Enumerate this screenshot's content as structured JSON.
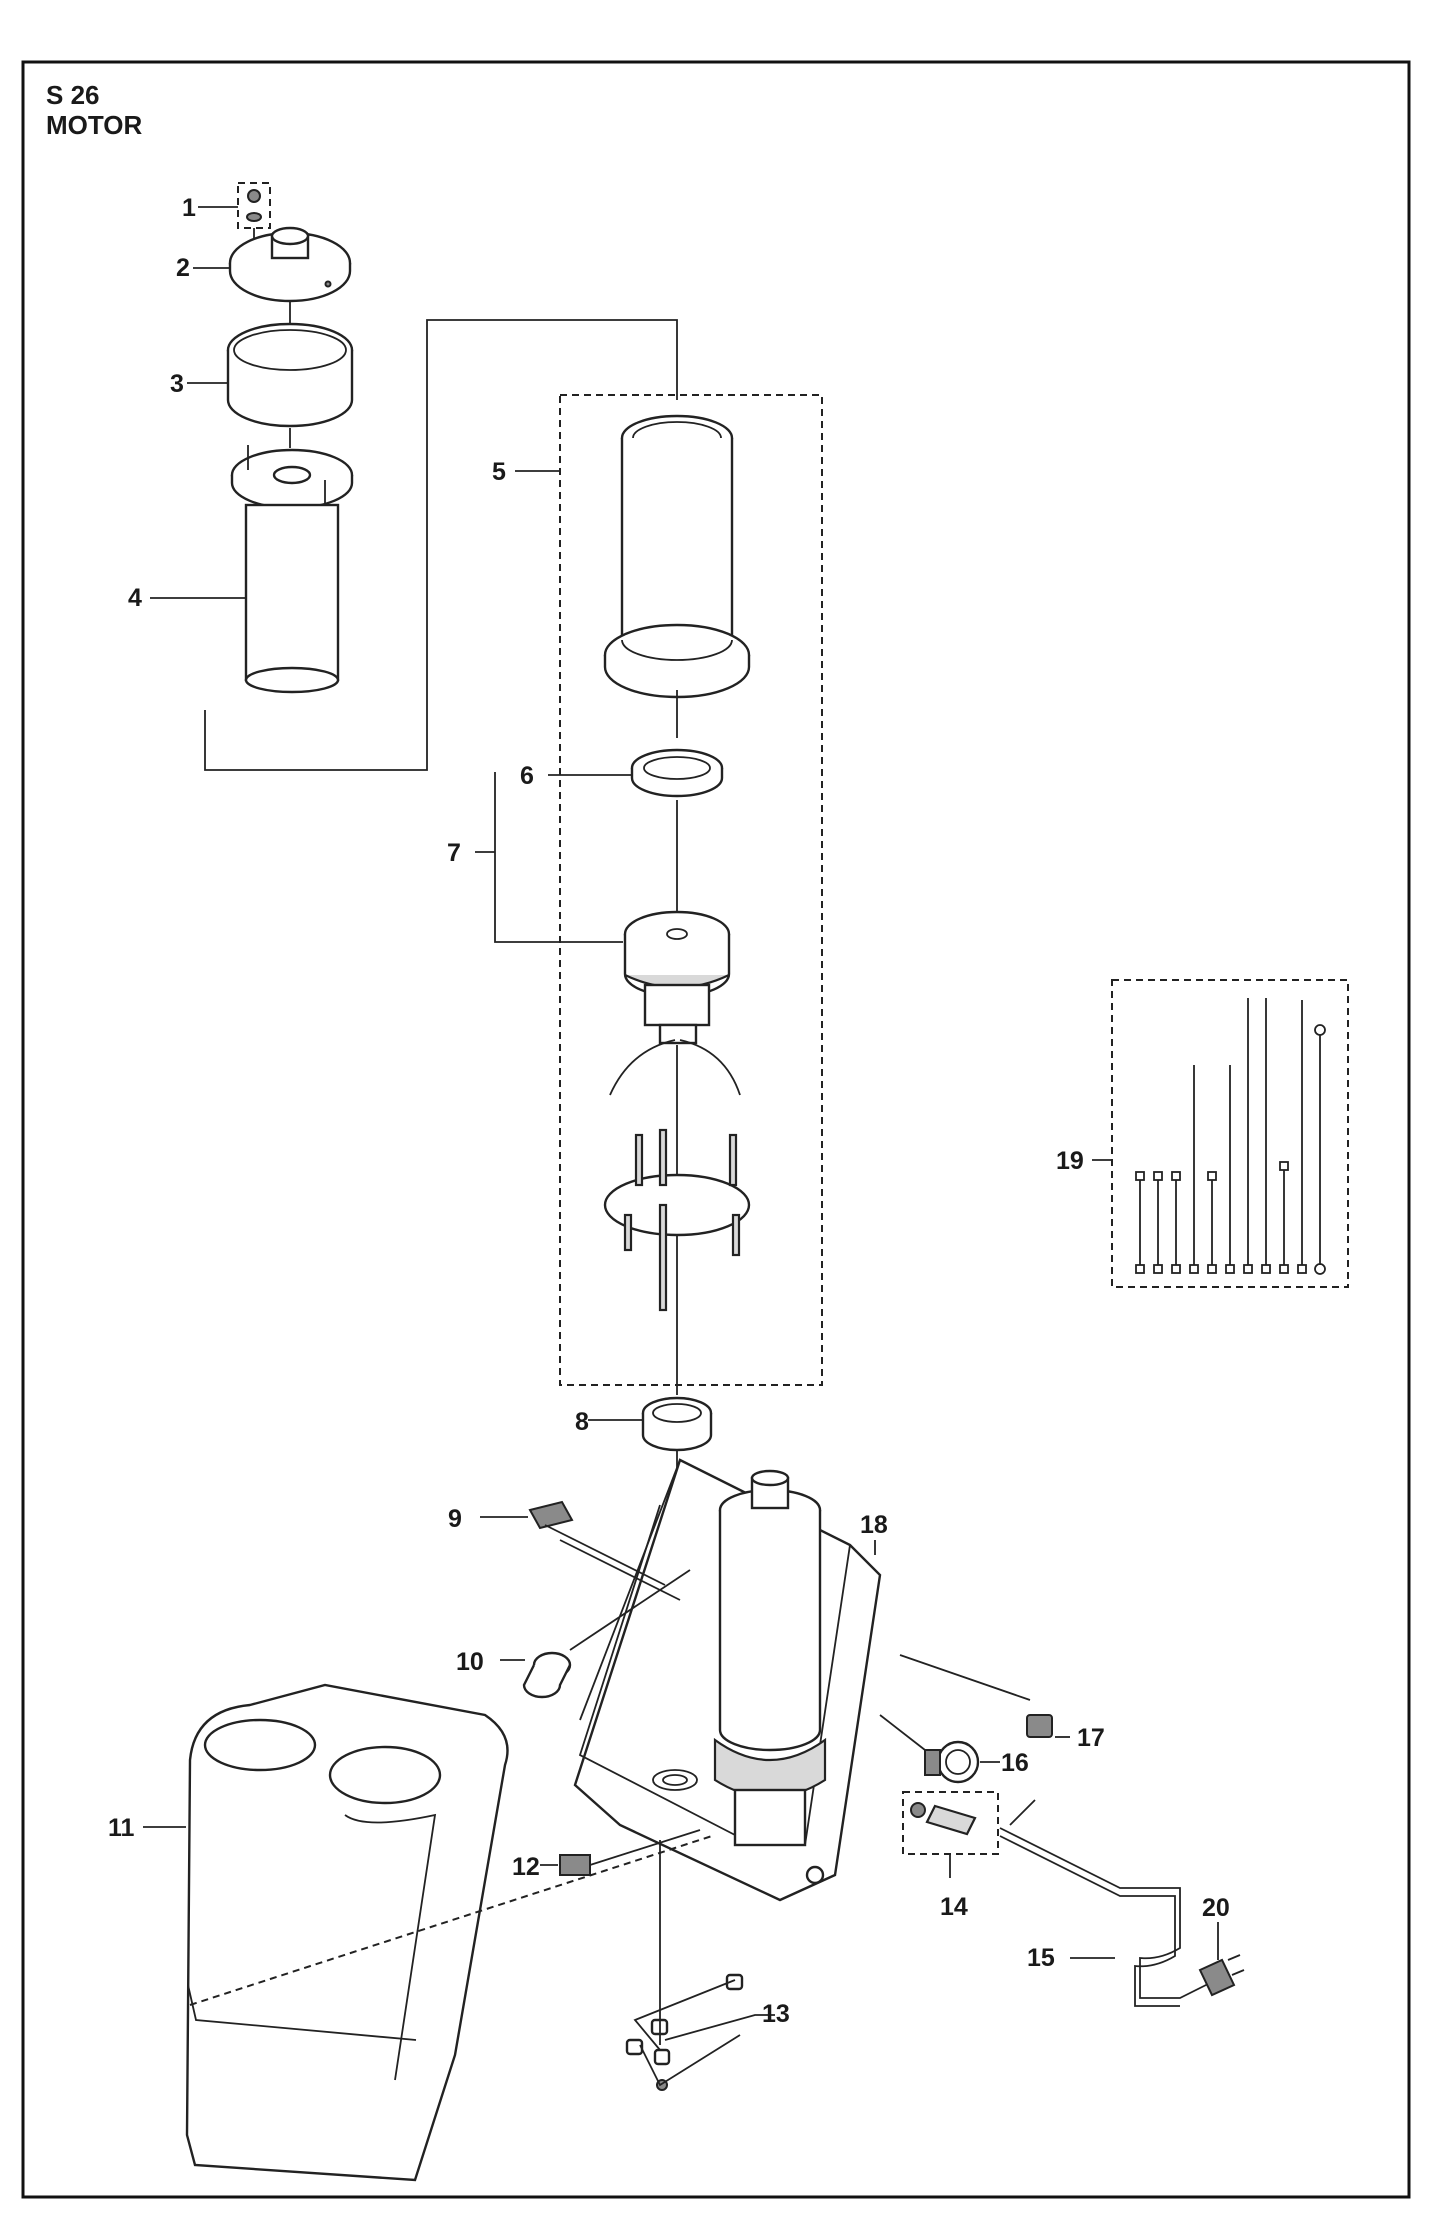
{
  "header": {
    "code": "S 26",
    "title": "MOTOR"
  },
  "callouts": {
    "c1": "1",
    "c2": "2",
    "c3": "3",
    "c4": "4",
    "c5": "5",
    "c6": "6",
    "c7": "7",
    "c8": "8",
    "c9": "9",
    "c10": "10",
    "c11": "11",
    "c12": "12",
    "c13": "13",
    "c14": "14",
    "c15": "15",
    "c16": "16",
    "c17": "17",
    "c18": "18",
    "c19": "19",
    "c20": "20"
  }
}
